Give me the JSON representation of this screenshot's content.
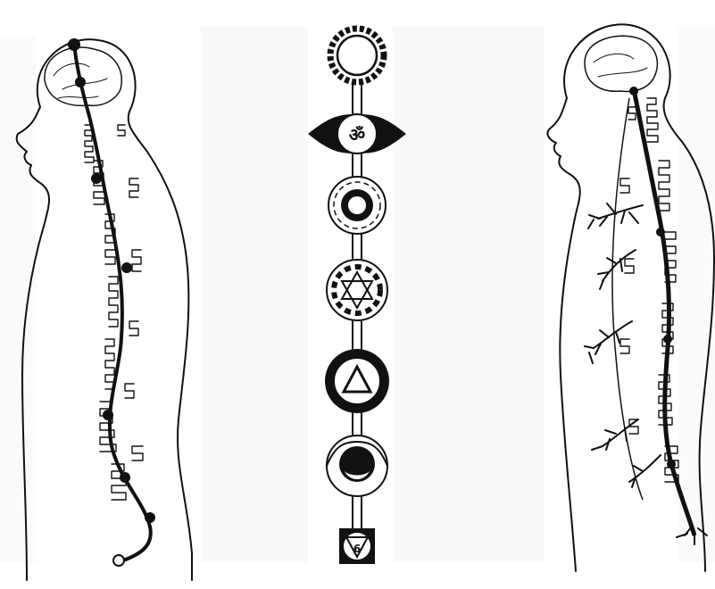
{
  "figure": {
    "panels": [
      {
        "id": "left-figure",
        "description_label": ""
      },
      {
        "id": "chakra-column",
        "description_label": ""
      },
      {
        "id": "right-figure",
        "description_label": ""
      }
    ],
    "chakras": [
      {
        "symbol": "circle-ring-icon"
      },
      {
        "symbol": "om-icon",
        "glyph": "ॐ"
      },
      {
        "symbol": "lotus-circle-icon"
      },
      {
        "symbol": "hexagram-icon"
      },
      {
        "symbol": "triangle-icon"
      },
      {
        "symbol": "crescent-icon"
      },
      {
        "symbol": "square-lotus-icon",
        "glyph": "6"
      }
    ],
    "colors": {
      "ink": "#111111",
      "bleed_text": "#b9b9b9",
      "paper": "#ffffff"
    }
  }
}
